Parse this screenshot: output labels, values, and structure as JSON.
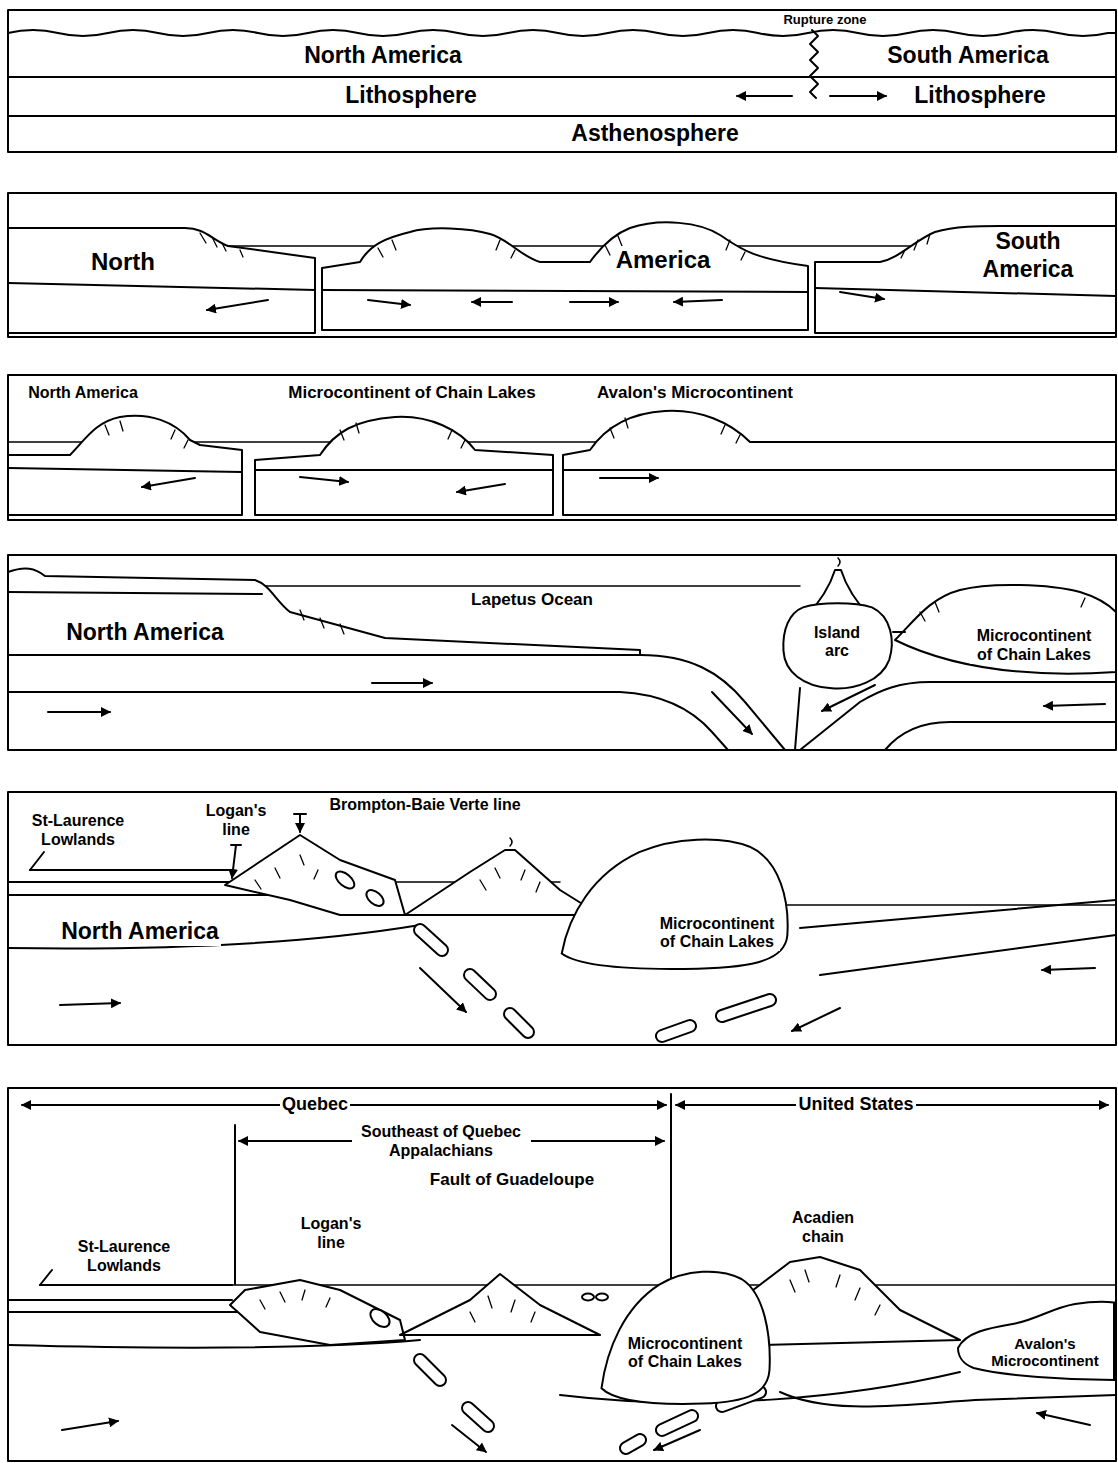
{
  "diagram": {
    "nodes": [
      {
        "text": [
          "Island arc"
        ]
      },
      {
        "text": [
          "Microcontinent of Chain Lakes"
        ]
      },
      {
        "text": [
          "Microcontinent of Chain Lakes"
        ]
      },
      {
        "text": [
          "Avalon's Microcontinent"
        ]
      }
    ],
    "labels": [
      "Rupture zone",
      "North America",
      "South America",
      "Lithosphere",
      "Lithosphere",
      "Asthenosphere",
      "North",
      "America",
      "South America",
      "North America",
      "Microcontinent of Chain Lakes",
      "Avalon's Microcontinent",
      "Lapetus Ocean",
      "North America",
      "Microcontinent of Chain Lakes",
      "St-Laurence Lowlands",
      "Logan's line",
      "Brompton-Baie Verte line",
      "North America",
      "Quebec",
      "United States",
      "Southeast of Quebec Appalachians",
      "Fault of Guadeloupe",
      "St-Laurence Lowlands",
      "Logan's line",
      "Acadien chain"
    ]
  }
}
